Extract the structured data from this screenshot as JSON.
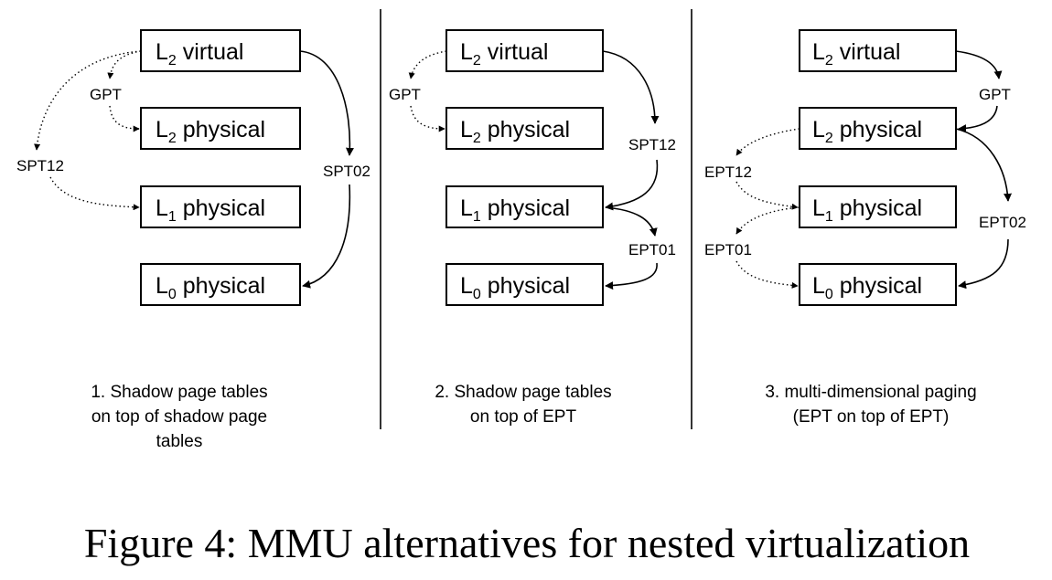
{
  "panels": [
    {
      "boxes": [
        {
          "pre": "L",
          "sub": "2",
          "post": " virtual"
        },
        {
          "pre": "L",
          "sub": "2",
          "post": " physical"
        },
        {
          "pre": "L",
          "sub": "1",
          "post": " physical"
        },
        {
          "pre": "L",
          "sub": "0",
          "post": " physical"
        }
      ],
      "edge_labels": [
        "GPT",
        "SPT12",
        "SPT02"
      ],
      "caption": [
        "1. Shadow page tables",
        "on top of shadow page",
        "tables"
      ]
    },
    {
      "boxes": [
        {
          "pre": "L",
          "sub": "2",
          "post": " virtual"
        },
        {
          "pre": "L",
          "sub": "2",
          "post": " physical"
        },
        {
          "pre": "L",
          "sub": "1",
          "post": " physical"
        },
        {
          "pre": "L",
          "sub": "0",
          "post": " physical"
        }
      ],
      "edge_labels": [
        "GPT",
        "SPT12",
        "EPT01"
      ],
      "caption": [
        "2. Shadow page tables",
        "on top of EPT"
      ]
    },
    {
      "boxes": [
        {
          "pre": "L",
          "sub": "2",
          "post": " virtual"
        },
        {
          "pre": "L",
          "sub": "2",
          "post": " physical"
        },
        {
          "pre": "L",
          "sub": "1",
          "post": " physical"
        },
        {
          "pre": "L",
          "sub": "0",
          "post": " physical"
        }
      ],
      "edge_labels": [
        "GPT",
        "EPT12",
        "EPT02",
        "EPT01"
      ],
      "caption": [
        "3. multi-dimensional paging",
        "(EPT on top of EPT)"
      ]
    }
  ],
  "figure_caption": "Figure 4: MMU alternatives for nested virtualization"
}
